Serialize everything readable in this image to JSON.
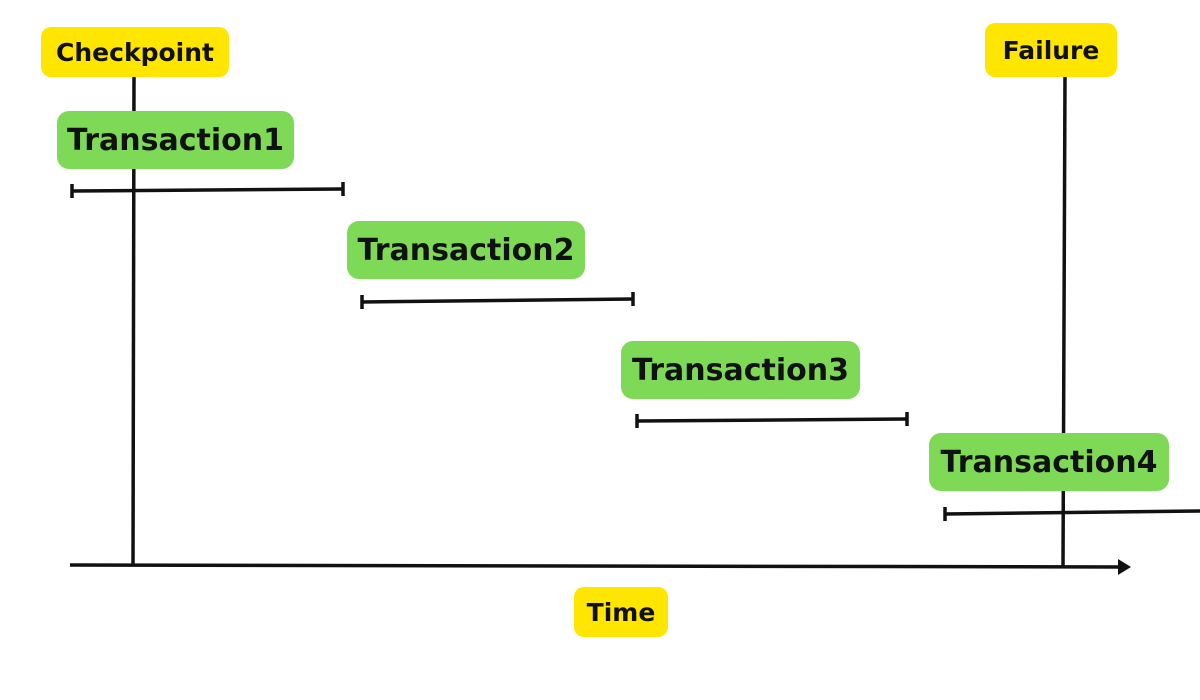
{
  "markers": {
    "checkpoint": "Checkpoint",
    "failure": "Failure"
  },
  "axis": {
    "label": "Time"
  },
  "transactions": [
    {
      "label": "Transaction1"
    },
    {
      "label": "Transaction2"
    },
    {
      "label": "Transaction3"
    },
    {
      "label": "Transaction4"
    }
  ],
  "colors": {
    "marker_tag": "#ffe600",
    "transaction_tag": "#7ed957",
    "line": "#111111"
  }
}
